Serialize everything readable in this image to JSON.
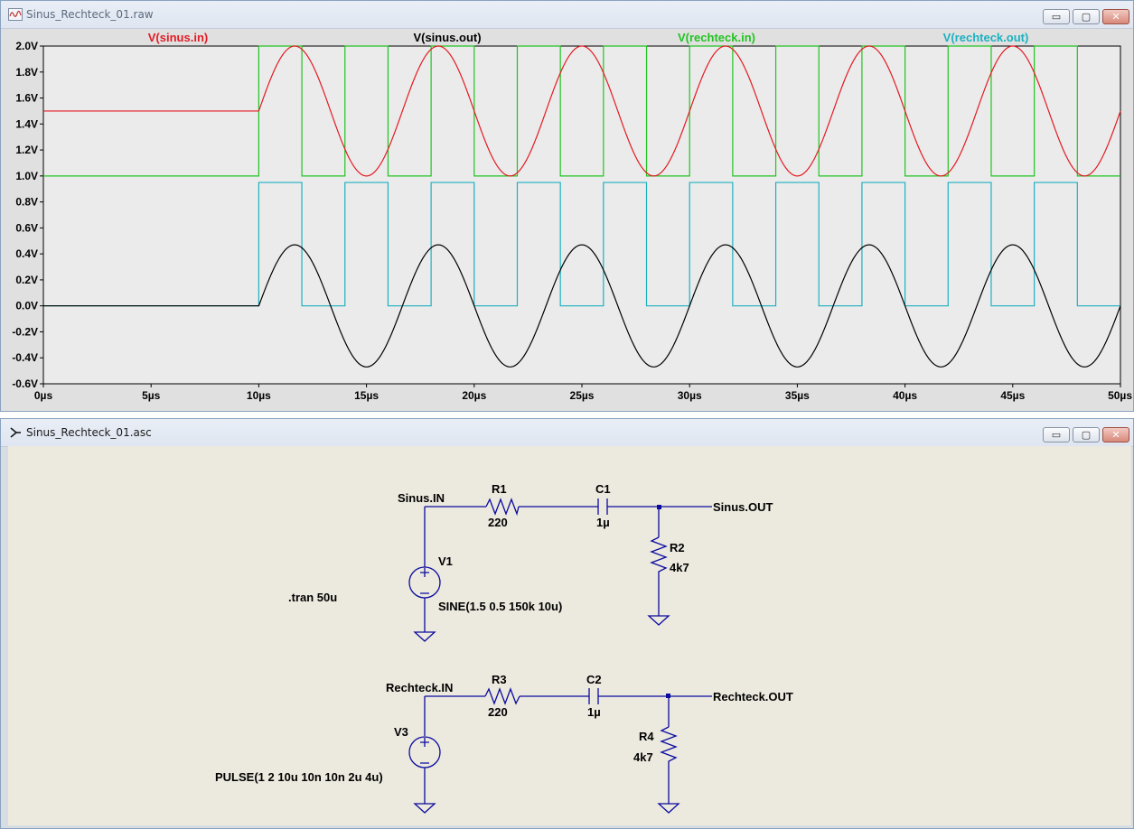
{
  "waveform_window": {
    "title": "Sinus_Rechteck_01.raw",
    "buttons": {
      "minimize": "▭",
      "restore": "▢",
      "close": "✕"
    }
  },
  "schematic_window": {
    "title": "Sinus_Rechteck_01.asc",
    "buttons": {
      "minimize": "▭",
      "restore": "▢",
      "close": "✕"
    }
  },
  "colors": {
    "sinus_in": "#e31b23",
    "sinus_out": "#000000",
    "rechteck_in": "#22c322",
    "rechteck_out": "#1cb1c0",
    "schematic_wire": "#0b0ba0",
    "plot_bg": "#ebebeb",
    "schematic_bg": "#ece9de"
  },
  "chart_data": {
    "type": "line",
    "title": "",
    "xlabel": "",
    "ylabel": "",
    "xlim": [
      0,
      50
    ],
    "ylim": [
      -0.6,
      2.0
    ],
    "x_tick_labels": [
      "0µs",
      "5µs",
      "10µs",
      "15µs",
      "20µs",
      "25µs",
      "30µs",
      "35µs",
      "40µs",
      "45µs",
      "50µs"
    ],
    "y_tick_labels": [
      "2.0V",
      "1.8V",
      "1.6V",
      "1.4V",
      "1.2V",
      "1.0V",
      "0.8V",
      "0.6V",
      "0.4V",
      "0.2V",
      "0.0V",
      "-0.2V",
      "-0.4V",
      "-0.6V"
    ],
    "series": [
      {
        "name": "V(sinus.in)",
        "kind": "sine",
        "offset": 1.5,
        "amplitude": 0.5,
        "freq_mhz": 0.15,
        "start_us": 10
      },
      {
        "name": "V(sinus.out)",
        "kind": "sine",
        "offset": 0.0,
        "amplitude": 0.47,
        "freq_mhz": 0.15,
        "start_us": 10
      },
      {
        "name": "V(rechteck.in)",
        "kind": "pulse",
        "low": 1.0,
        "high": 2.0,
        "delay_us": 10,
        "width_us": 2,
        "period_us": 4
      },
      {
        "name": "V(rechteck.out)",
        "kind": "pulse",
        "low": 0.0,
        "high": 0.95,
        "delay_us": 10,
        "width_us": 2,
        "period_us": 4
      }
    ],
    "grid": false,
    "legend": "top"
  },
  "schematic": {
    "directive": ".tran 50u",
    "top": {
      "input_label": "Sinus.IN",
      "output_label": "Sinus.OUT",
      "r_series": {
        "name": "R1",
        "value": "220"
      },
      "c_series": {
        "name": "C1",
        "value": "1µ"
      },
      "r_shunt": {
        "name": "R2",
        "value": "4k7"
      },
      "source": {
        "name": "V1",
        "value": "SINE(1.5 0.5 150k 10u)"
      }
    },
    "bottom": {
      "input_label": "Rechteck.IN",
      "output_label": "Rechteck.OUT",
      "r_series": {
        "name": "R3",
        "value": "220"
      },
      "c_series": {
        "name": "C2",
        "value": "1µ"
      },
      "r_shunt": {
        "name": "R4",
        "value": "4k7"
      },
      "source": {
        "name": "V3",
        "value": "PULSE(1 2 10u 10n 10n 2u 4u)"
      }
    }
  }
}
